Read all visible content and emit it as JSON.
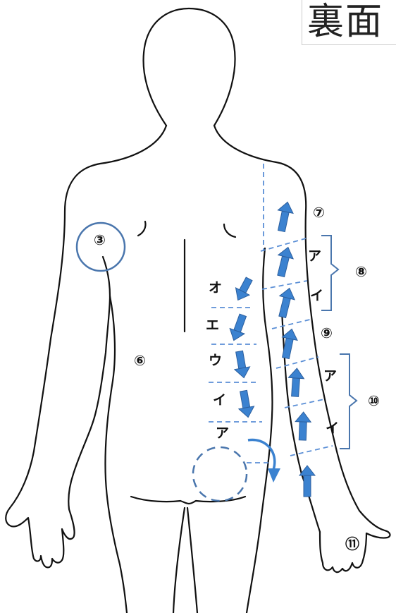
{
  "title": "裏面",
  "colors": {
    "outline": "#111111",
    "accent": "#4a76ad",
    "arrow": "#3b82d0",
    "dash": "#5b8fd6"
  },
  "region_labels": {
    "r3": "③",
    "r6": "⑥",
    "r7": "⑦",
    "r8": "⑧",
    "r9": "⑨",
    "r10": "⑩",
    "r11": "⑪"
  },
  "spine_segments": {
    "o": "オ",
    "e": "エ",
    "u": "ウ",
    "i": "イ",
    "a": "ア"
  },
  "arm_segment_8": {
    "a": "ア",
    "i": "イ"
  },
  "arm_segment_10": {
    "a": "ア",
    "i": "イ"
  }
}
